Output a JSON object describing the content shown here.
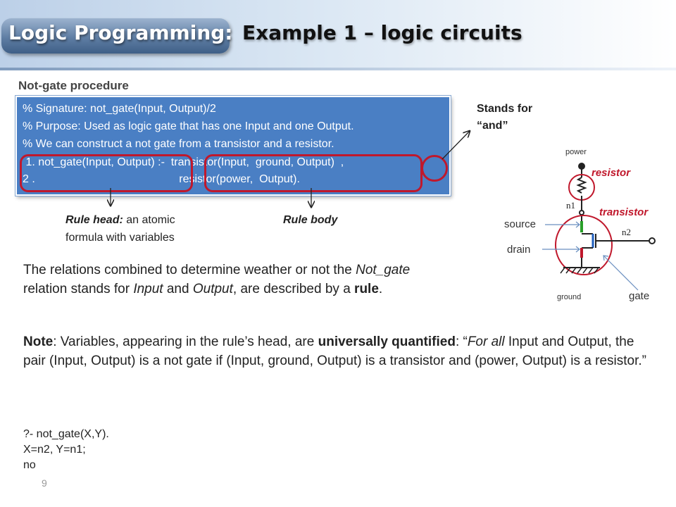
{
  "header": {
    "section_title": "Logic Programming:",
    "slide_title": "Example 1 – logic circuits"
  },
  "subtitle": "Not-gate procedure",
  "code_lines": [
    "% Signature: not_gate(Input, Output)/2",
    "% Purpose: Used as logic gate that has one Input and one Output.",
    "% We can construct a not gate from a transistor and a resistor.",
    " 1. not_gate(Input, Output) :-  transistor(Input,  ground, Output)  ,",
    "2 .                                              resistor(power,  Output)."
  ],
  "annotations": {
    "stands_for": "Stands for",
    "and": "“and”",
    "rule_head_label": "Rule head:",
    "rule_head_desc_1": " an atomic",
    "rule_head_desc_2": "formula with variables",
    "rule_body": "Rule body"
  },
  "diagram": {
    "power": "power",
    "resistor": "resistor",
    "transistor": "transistor",
    "source": "source",
    "drain": "drain",
    "ground": "ground",
    "gate": "gate",
    "n1": "n1",
    "n2": "n2"
  },
  "paragraph": {
    "p1": "The relations combined to determine weather or not the ",
    "p1_italic": "Not_gate",
    "p2": "relation stands for ",
    "input": "Input",
    "and_word": " and ",
    "output": "Output",
    "p3": ", are described by a ",
    "rule": "rule",
    "p4": "."
  },
  "note": {
    "label": "Note",
    "t1": ": Variables, appearing in the rule’s head, are ",
    "bold": "universally quantified",
    "t2": ":  “",
    "italic": "For all",
    "t3": " Input and Output, the pair (Input, Output) is a not gate if (Input, ground, Output) is a transistor and (power, Output) is a resistor.”"
  },
  "query": {
    "line1": "?- not_gate(X,Y).",
    "line2": "X=n2, Y=n1;",
    "line3": "no"
  },
  "page_number": "9"
}
